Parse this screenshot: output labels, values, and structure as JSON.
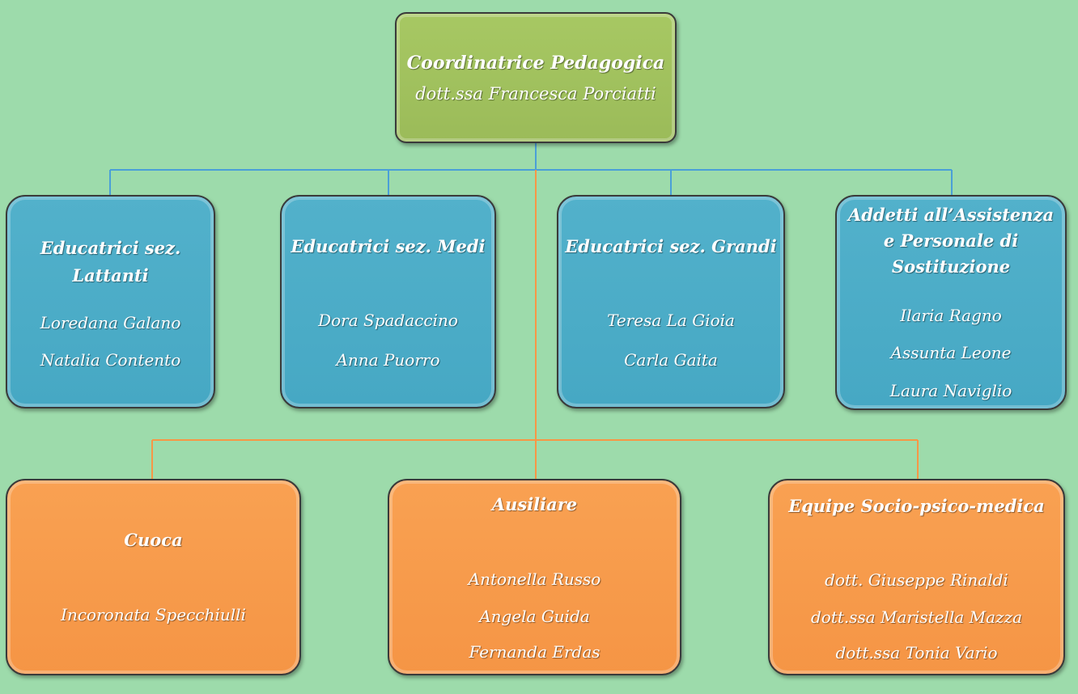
{
  "root": {
    "title": "Coordinatrice Pedagogica",
    "subtitle": "dott.ssa Francesca Porciatti",
    "color": "#9bbb59"
  },
  "blue_row": [
    {
      "title": "Educatrici sez. Lattanti",
      "names": [
        "Loredana Galano",
        "Natalia Contento"
      ]
    },
    {
      "title": "Educatrici sez. Medi",
      "names": [
        "Dora Spadaccino",
        "Anna Puorro"
      ]
    },
    {
      "title": "Educatrici sez. Grandi",
      "names": [
        "Teresa La Gioia",
        "Carla Gaita"
      ]
    },
    {
      "title_line1": "Addetti all’Assistenza",
      "title_line2": "e Personale di Sostituzione",
      "names": [
        "Ilaria Ragno",
        "Assunta Leone",
        "Laura Naviglio"
      ]
    }
  ],
  "orange_row": [
    {
      "title": "Cuoca",
      "names": [
        "Incoronata Specchiulli"
      ]
    },
    {
      "title": "Ausiliare",
      "names": [
        "Antonella Russo",
        "Angela Guida",
        "Fernanda Erdas"
      ]
    },
    {
      "title": "Equipe Socio-psico-medica",
      "names": [
        "dott. Giuseppe Rinaldi",
        "dott.ssa Maristella Mazza",
        "dott.ssa Tonia Vario"
      ]
    }
  ],
  "colors": {
    "background": "#9ddbab",
    "blue": "#4bacc6",
    "orange": "#f79646",
    "green": "#9bbb59",
    "blue_connector": "#4a9fd8",
    "orange_connector": "#f79646"
  }
}
